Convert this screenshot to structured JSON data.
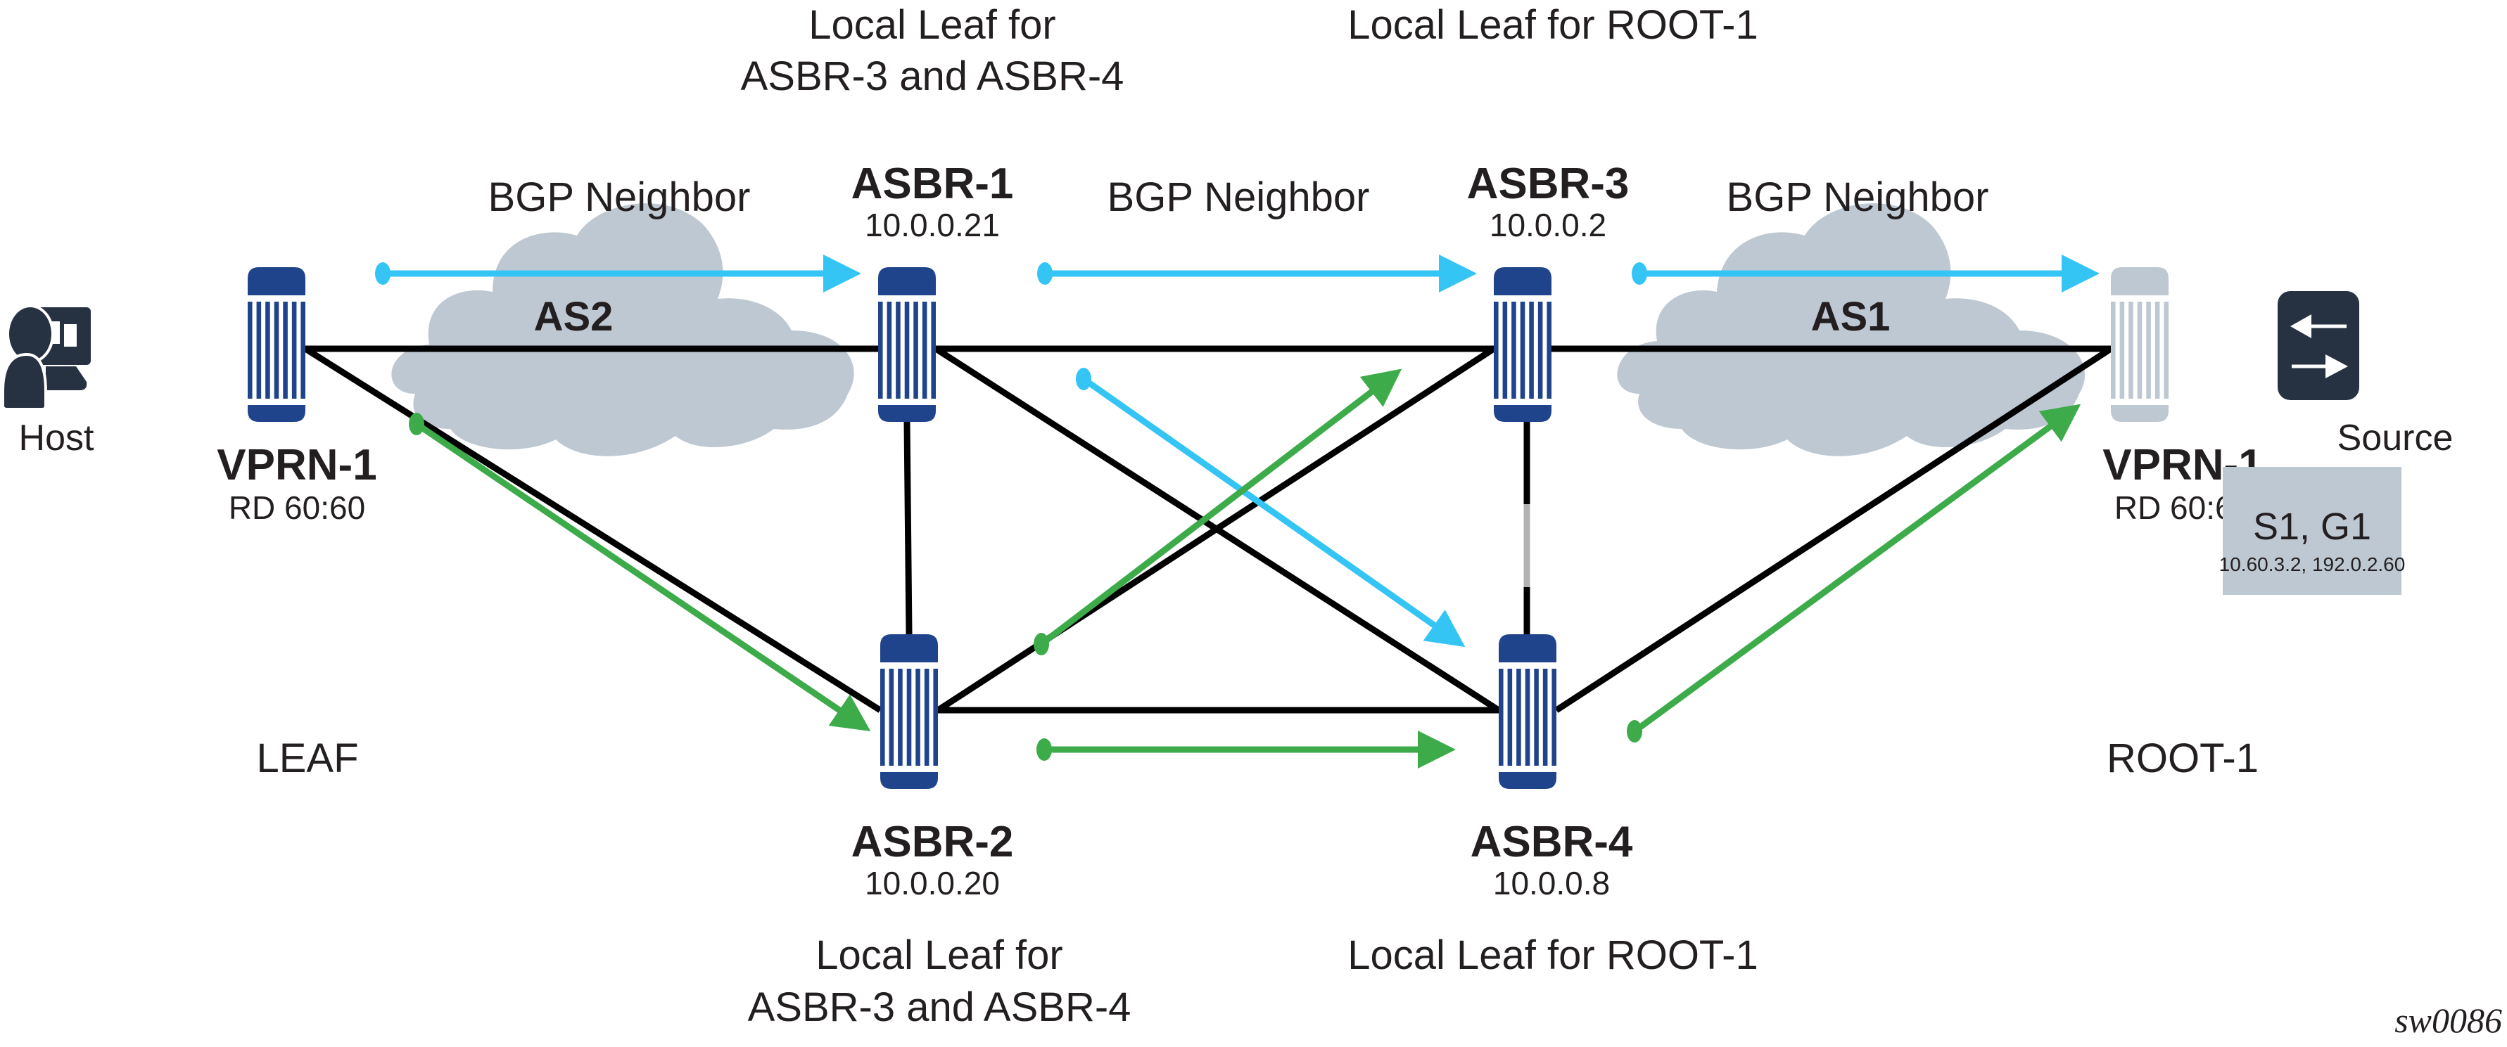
{
  "colors": {
    "router_active": "#20448b",
    "router_inactive": "#bec8d2",
    "cloud": "#bec8d2",
    "link": "#000000",
    "bgp_arrow": "#35c5f4",
    "mcast_arrow": "#3dab4a",
    "icon_dark": "#263141",
    "text": "#231f20",
    "label_box": "#bec8d2",
    "link_segment_gray": "#b2b2b2"
  },
  "host": {
    "icon": "host-user-computer-icon",
    "label": "Host"
  },
  "source": {
    "icon": "switch-arrows-icon",
    "label": "Source",
    "box_title": "S1, G1",
    "box_sub": "10.60.3.2, 192.0.2.60"
  },
  "clouds": [
    {
      "id": "as2",
      "label": "AS2"
    },
    {
      "id": "as1",
      "label": "AS1"
    }
  ],
  "nodes": {
    "vprn_left": {
      "name": "VPRN-1",
      "sub": "RD 60:60",
      "role": "LEAF"
    },
    "asbr1": {
      "name": "ASBR-1",
      "sub": "10.0.0.21",
      "note_lines": [
        "Local Leaf for",
        "ASBR-3 and ASBR-4"
      ]
    },
    "asbr3": {
      "name": "ASBR-3",
      "sub": "10.0.0.2",
      "note_lines": [
        "Local Leaf for ROOT-1"
      ]
    },
    "asbr2": {
      "name": "ASBR-2",
      "sub": "10.0.0.20",
      "note_lines": [
        "Local Leaf for",
        "ASBR-3 and ASBR-4"
      ]
    },
    "asbr4": {
      "name": "ASBR-4",
      "sub": "10.0.0.8",
      "note_lines": [
        "Local Leaf for ROOT-1"
      ]
    },
    "vprn_right": {
      "name": "VPRN-1",
      "sub": "RD 60:60",
      "role": "ROOT-1"
    }
  },
  "bgp_labels": [
    "BGP Neighbor",
    "BGP Neighbor",
    "BGP Neighbor"
  ],
  "links": [
    [
      "vprn_left",
      "asbr1"
    ],
    [
      "vprn_left",
      "asbr2"
    ],
    [
      "asbr1",
      "asbr3"
    ],
    [
      "asbr1",
      "asbr2"
    ],
    [
      "asbr1",
      "asbr4"
    ],
    [
      "asbr2",
      "asbr3"
    ],
    [
      "asbr2",
      "asbr4"
    ],
    [
      "asbr3",
      "asbr4"
    ],
    [
      "asbr3",
      "vprn_right"
    ],
    [
      "asbr4",
      "vprn_right"
    ]
  ],
  "bgp_arrows": [
    [
      "vprn_left",
      "asbr1"
    ],
    [
      "asbr1",
      "asbr3"
    ],
    [
      "asbr3",
      "vprn_right"
    ],
    [
      "asbr1",
      "asbr4"
    ]
  ],
  "mcast_arrows": [
    [
      "vprn_left",
      "asbr2"
    ],
    [
      "asbr2",
      "asbr3"
    ],
    [
      "asbr2",
      "asbr4"
    ],
    [
      "asbr4",
      "vprn_right"
    ]
  ],
  "figure_id": "sw0086"
}
